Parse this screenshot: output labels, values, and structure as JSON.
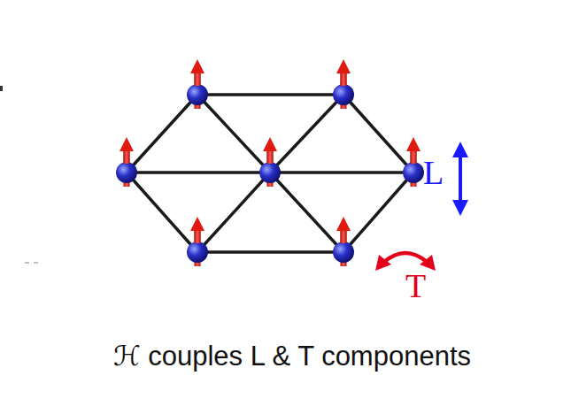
{
  "diagram": {
    "caption": "ℋ couples L & T components",
    "labels": [
      "L",
      "T"
    ]
  }
}
